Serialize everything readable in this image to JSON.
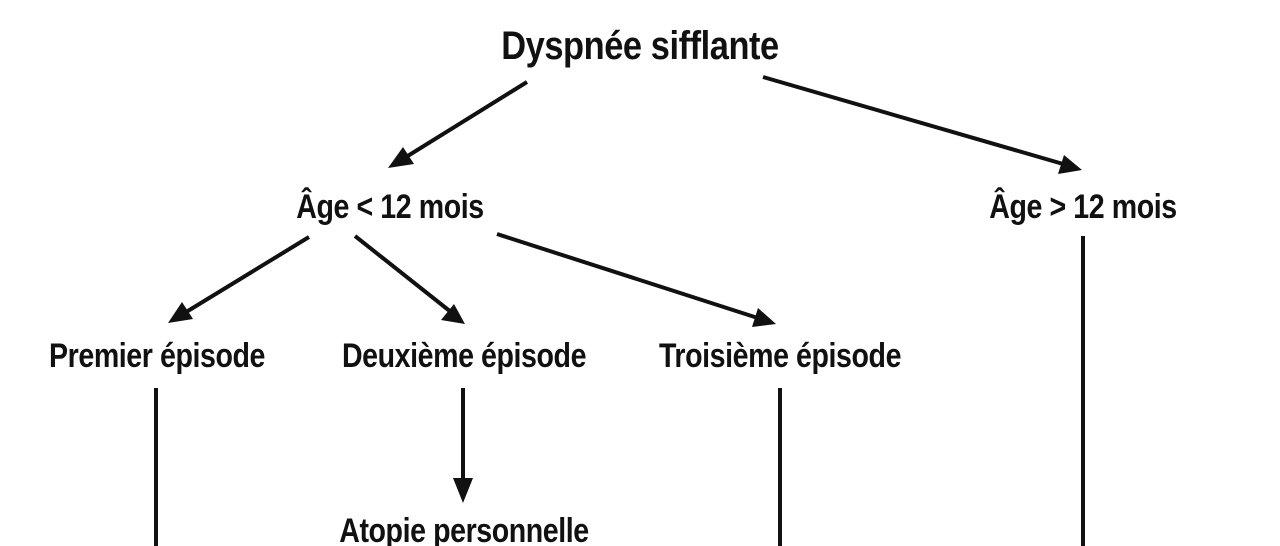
{
  "diagram": {
    "nodes": {
      "root": "Dyspnée sifflante",
      "age_under_12": "Âge < 12 mois",
      "age_over_12": "Âge > 12 mois",
      "first_episode": "Premier épisode",
      "second_episode": "Deuxième épisode",
      "third_episode": "Troisième épisode",
      "personal_atopy": "Atopie personnelle"
    },
    "edges": [
      {
        "from": "root",
        "to": "age_under_12",
        "arrow": true
      },
      {
        "from": "root",
        "to": "age_over_12",
        "arrow": true
      },
      {
        "from": "age_under_12",
        "to": "first_episode",
        "arrow": true
      },
      {
        "from": "age_under_12",
        "to": "second_episode",
        "arrow": true
      },
      {
        "from": "age_under_12",
        "to": "third_episode",
        "arrow": true
      },
      {
        "from": "second_episode",
        "to": "personal_atopy",
        "arrow": true
      },
      {
        "from": "first_episode",
        "to": "continues-below",
        "arrow": false
      },
      {
        "from": "third_episode",
        "to": "continues-below",
        "arrow": false
      },
      {
        "from": "age_over_12",
        "to": "continues-below",
        "arrow": false
      }
    ],
    "colors": {
      "text": "#111111",
      "line": "#111111",
      "background": "#ffffff"
    }
  }
}
